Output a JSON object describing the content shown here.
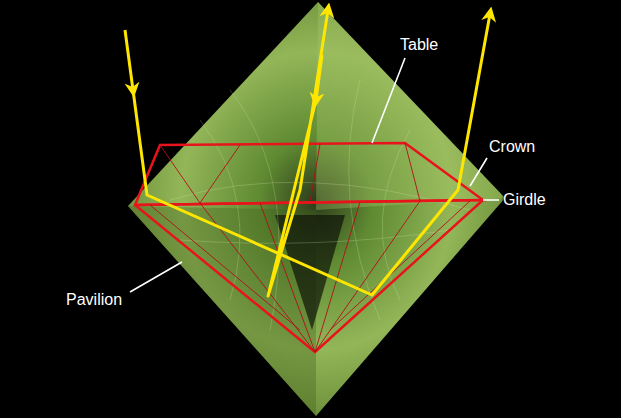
{
  "diagram": {
    "labels": [
      "Table",
      "Crown",
      "Girdle",
      "Pavilion"
    ]
  }
}
